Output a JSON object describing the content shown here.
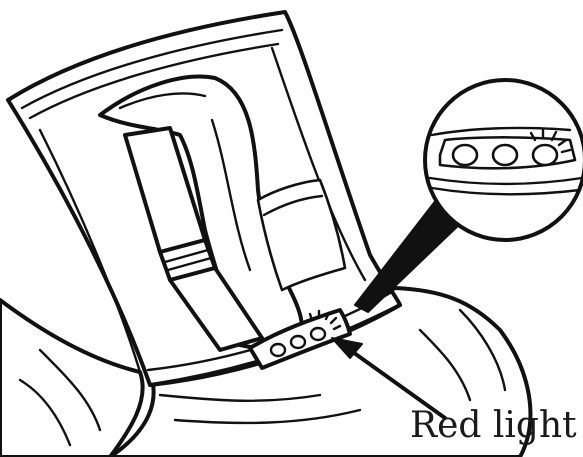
{
  "callout": {
    "label": "Red light"
  },
  "icons": {
    "lights": "indicator-lights",
    "arrow": "arrow-pointer"
  }
}
